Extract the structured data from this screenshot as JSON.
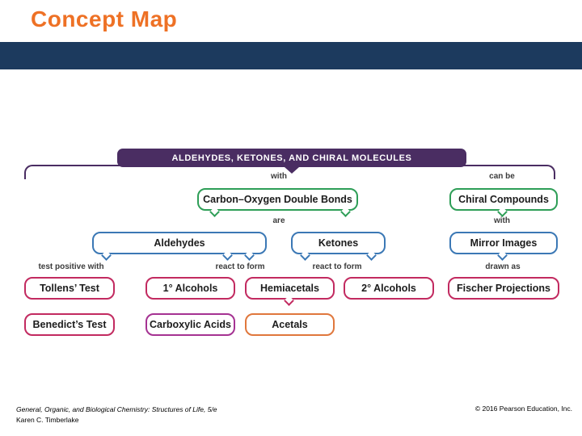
{
  "slide": {
    "title": "Concept Map"
  },
  "map": {
    "root_label": "ALDEHYDES, KETONES, AND CHIRAL MOLECULES",
    "connectors": {
      "with_left": "with",
      "can_be": "can be",
      "are": "are",
      "with_right": "with",
      "test_positive_with": "test positive with",
      "react_to_form_left": "react to form",
      "react_to_form_right": "react to form",
      "drawn_as": "drawn as"
    },
    "nodes": {
      "carbon_oxygen_double_bonds": "Carbon–Oxygen Double Bonds",
      "chiral_compounds": "Chiral Compounds",
      "aldehydes": "Aldehydes",
      "ketones": "Ketones",
      "mirror_images": "Mirror Images",
      "tollens_test": "Tollens’ Test",
      "primary_alcohols": "1° Alcohols",
      "hemiacetals": "Hemiacetals",
      "secondary_alcohols": "2° Alcohols",
      "fischer_projections": "Fischer Projections",
      "benedicts_test": "Benedict’s Test",
      "carboxylic_acids": "Carboxylic Acids",
      "acetals": "Acetals"
    }
  },
  "footer": {
    "book_title": "General, Organic, and Biological Chemistry: Structures of Life, 5/e",
    "author": "Karen C. Timberlake",
    "copyright": "© 2016 Pearson Education, Inc."
  },
  "colors": {
    "accent_orange": "#EE7125",
    "header_bar_navy": "#1C3A5E",
    "root_purple": "#4A2D62",
    "node_green": "#2E9E57",
    "node_blue": "#3B78B5",
    "node_pink": "#C22A60",
    "node_magenta": "#A53292",
    "node_orange": "#E0773C"
  }
}
